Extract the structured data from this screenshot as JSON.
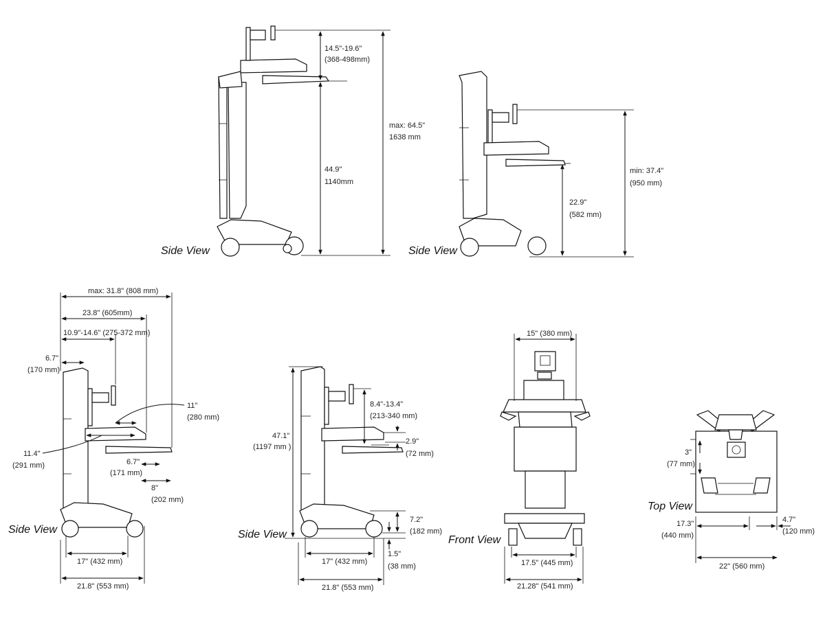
{
  "views": {
    "side_max": {
      "label": "Side View",
      "dims": {
        "monitor_range": "14.5\"-19.6\"",
        "monitor_range_mm": "(368-498mm)",
        "total": "max: 64.5\"",
        "total_mm": "1638 mm",
        "work_height": "44.9\"",
        "work_height_mm": "1140mm"
      }
    },
    "side_min": {
      "label": "Side View",
      "dims": {
        "total": "min: 37.4\"",
        "total_mm": "(950 mm)",
        "work_height": "22.9\"",
        "work_height_mm": "(582 mm)"
      }
    },
    "side_depth": {
      "label": "Side View",
      "dims": {
        "max_depth": "max: 31.8\" (808 mm)",
        "depth_605": "23.8\" (605mm)",
        "depth_range": "10.9\"-14.6\" (275-372 mm)",
        "d67": "6.7\"",
        "d67_mm": "(170 mm)",
        "d11": "11\"",
        "d11_mm": "(280 mm)",
        "d114": "11.4\"",
        "d114_mm": "(291 mm)",
        "d67b": "6.7\"",
        "d67b_mm": "(171 mm)",
        "d8": "8\"",
        "d8_mm": "(202 mm)",
        "base17": "17\" (432 mm)",
        "base218": "21.8\" (553 mm)"
      }
    },
    "side_compact": {
      "label": "Side View",
      "dims": {
        "height": "47.1\"",
        "height_mm": "(1197 mm )",
        "monitor_range": "8.4\"-13.4\"",
        "monitor_range_mm": "(213-340 mm)",
        "gap": "2.9\"",
        "gap_mm": "(72 mm)",
        "base_h": "7.2\"",
        "base_h_mm": "(182 mm)",
        "clearance": "1.5\"",
        "clearance_mm": "(38 mm)",
        "base17": "17\" (432 mm)",
        "base218": "21.8\" (553 mm)"
      }
    },
    "front": {
      "label": "Front View",
      "dims": {
        "top_width": "15\" (380 mm)",
        "inner_width": "17.5\" (445 mm)",
        "outer_width": "21.28\" (541 mm)"
      }
    },
    "top": {
      "label": "Top View",
      "dims": {
        "d3": "3\"",
        "d3_mm": "(77 mm)",
        "d173": "17.3\"",
        "d173_mm": "(440 mm)",
        "d47": "4.7\"",
        "d47_mm": "(120 mm)",
        "width": "22\" (560 mm)"
      }
    }
  }
}
